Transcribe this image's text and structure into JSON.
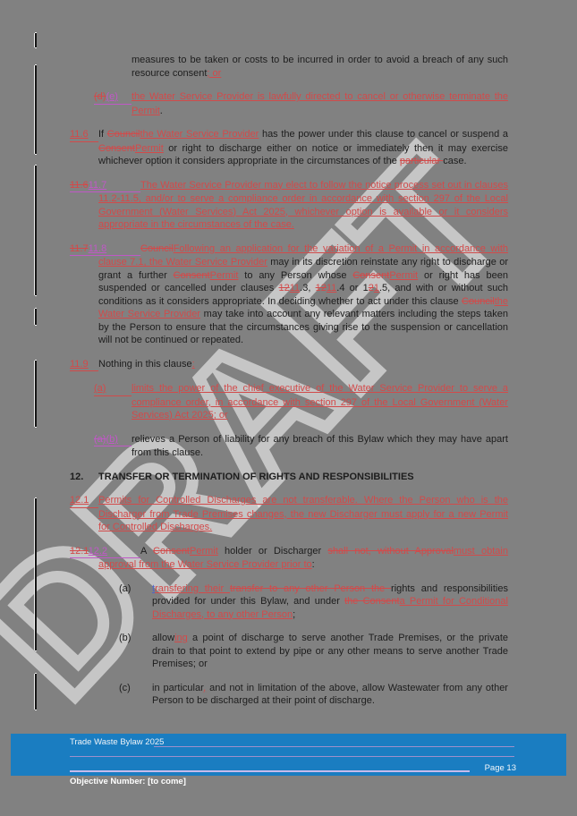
{
  "page": {
    "watermark": "DRAFT"
  },
  "document": {
    "paragraphs": [
      {
        "name": "clause-continuation-paragraph",
        "type": "cont",
        "segments": [
          {
            "t": "measures to be taken or costs to be incurred in order to avoid a breach of any such resource consent",
            "s": "n"
          },
          {
            "t": "; or",
            "s": "i"
          }
        ]
      },
      {
        "name": "clause-item-d-e",
        "type": "sub1",
        "marker": [
          {
            "t": "(d)",
            "s": "d"
          },
          {
            "t": "(e)",
            "s": "im"
          }
        ],
        "marker_ul": "im",
        "segments": [
          {
            "t": "the Water Service Provider is lawfully directed to cancel or otherwise terminate the Permit",
            "s": "i"
          },
          {
            "t": ".",
            "s": "n"
          }
        ]
      },
      {
        "name": "clause-11-6",
        "type": "clause",
        "marker": [
          {
            "t": "11.6",
            "s": "i"
          }
        ],
        "marker_ul": "i",
        "segments": [
          {
            "t": "If ",
            "s": "n"
          },
          {
            "t": "Council",
            "s": "d"
          },
          {
            "t": "the Water Service Provider",
            "s": "i"
          },
          {
            "t": " has the power under this clause to cancel or suspend a ",
            "s": "n"
          },
          {
            "t": "Consent",
            "s": "d"
          },
          {
            "t": "Permit",
            "s": "i"
          },
          {
            "t": " or right to discharge either on notice or immediately then it may exercise whichever option it considers appropriate in the circumstances of the ",
            "s": "n"
          },
          {
            "t": "particular ",
            "s": "d"
          },
          {
            "t": "case.",
            "s": "n"
          }
        ]
      },
      {
        "name": "clause-11-7",
        "type": "clause",
        "wide": true,
        "marker": [
          {
            "t": "11.6",
            "s": "d"
          },
          {
            "t": "11.7",
            "s": "im"
          }
        ],
        "marker_ul": "im",
        "segments": [
          {
            "t": "The Water Service Provider may elect to follow the notice process set out in clauses 11.2-11.5, and/or to serve a compliance order in accordance with section 297 of the Local Government (Water Services) Act 2025, whichever option is available or it considers appropriate in the circumstances of the case.",
            "s": "i"
          }
        ]
      },
      {
        "name": "clause-11-8",
        "type": "clause",
        "wide": true,
        "marker": [
          {
            "t": "11.7",
            "s": "d"
          },
          {
            "t": "11.8",
            "s": "im"
          }
        ],
        "marker_ul": "im",
        "segments": [
          {
            "t": "Council",
            "s": "d"
          },
          {
            "t": "Following an application for the variation of a Permit in accordance with clause 7.1, the Water Service Provider",
            "s": "i"
          },
          {
            "t": " may in its discretion reinstate any right to discharge or grant a further ",
            "s": "n"
          },
          {
            "t": "Consent",
            "s": "d"
          },
          {
            "t": "Permit",
            "s": "i"
          },
          {
            "t": " to any Person whose ",
            "s": "n"
          },
          {
            "t": "Consent",
            "s": "d"
          },
          {
            "t": "Permit",
            "s": "i"
          },
          {
            "t": " or right has been suspended or cancelled under clauses ",
            "s": "n"
          },
          {
            "t": "12",
            "s": "d"
          },
          {
            "t": "11",
            "s": "i"
          },
          {
            "t": ".3, ",
            "s": "n"
          },
          {
            "t": "12",
            "s": "d"
          },
          {
            "t": "11",
            "s": "i"
          },
          {
            "t": ".4 or 1",
            "s": "n"
          },
          {
            "t": "2",
            "s": "d"
          },
          {
            "t": "1",
            "s": "i"
          },
          {
            "t": ".5, and with or without such conditions as it considers appropriate. In deciding whether to act under this clause ",
            "s": "n"
          },
          {
            "t": "Council",
            "s": "d"
          },
          {
            "t": "the Water Service Provider",
            "s": "i"
          },
          {
            "t": " may take into account any relevant matters including the steps taken by the Person to ensure that the circumstances giving rise to the suspension or cancellation will not be continued or repeated.",
            "s": "n"
          }
        ]
      },
      {
        "name": "clause-11-9",
        "type": "clause",
        "marker": [
          {
            "t": "11.9",
            "s": "i"
          }
        ],
        "marker_ul": "i",
        "segments": [
          {
            "t": "Nothing in this clause",
            "s": "n"
          },
          {
            "t": ":",
            "s": "i"
          }
        ]
      },
      {
        "name": "clause-11-9-item-a",
        "type": "sub1",
        "marker": [
          {
            "t": "(a)",
            "s": "i"
          }
        ],
        "marker_ul": "i",
        "segments": [
          {
            "t": "limits the power of the chief executive of the Water Service Provider to serve a compliance order, in accordance with section 297 of the Local Government (Water Services) Act 2025; or",
            "s": "i"
          }
        ]
      },
      {
        "name": "clause-11-9-item-a-b",
        "type": "sub1",
        "marker": [
          {
            "t": "(a)",
            "s": "dm"
          },
          {
            "t": "(b)",
            "s": "im"
          }
        ],
        "marker_ul": "im",
        "segments": [
          {
            "t": "relieves a Person of liability for any breach of this Bylaw which they may have apart from this clause.",
            "s": "n"
          }
        ]
      },
      {
        "name": "section-12-heading",
        "type": "heading",
        "marker": [
          {
            "t": "12.",
            "s": "n"
          }
        ],
        "segments": [
          {
            "t": "TRANSFER OR TERMINATION OF RIGHTS AND RESPONSIBILITIES",
            "s": "n"
          }
        ]
      },
      {
        "name": "clause-12-1",
        "type": "clause",
        "marker": [
          {
            "t": "12.1",
            "s": "i"
          }
        ],
        "marker_ul": "i",
        "segments": [
          {
            "t": "Permits for Controlled Discharges are not transferable. Where the Person who is the Discharger from Trade Premises changes, the new Discharger must apply for a new Permit for Controlled Discharges.",
            "s": "i"
          }
        ]
      },
      {
        "name": "clause-12-2",
        "type": "clause",
        "wide": true,
        "marker": [
          {
            "t": "12.1",
            "s": "d"
          },
          {
            "t": "12.2",
            "s": "im"
          }
        ],
        "marker_ul": "im",
        "segments": [
          {
            "t": "A ",
            "s": "n"
          },
          {
            "t": "Consent",
            "s": "d"
          },
          {
            "t": "Permit",
            "s": "i"
          },
          {
            "t": " holder or Discharger ",
            "s": "n"
          },
          {
            "t": "shall not, without Approval",
            "s": "d"
          },
          {
            "t": "must obtain approval from the Water Service Provider prior to",
            "s": "i"
          },
          {
            "t": ":",
            "s": "n"
          }
        ]
      },
      {
        "name": "clause-12-2-item-a",
        "type": "sub2",
        "marker": [
          {
            "t": "(a)",
            "s": "n"
          }
        ],
        "segments": [
          {
            "t": "t",
            "s": "ib"
          },
          {
            "t": "ransfering their ",
            "s": "i"
          },
          {
            "t": "transfer to any other Person the ",
            "s": "d"
          },
          {
            "t": "rights and responsibilities provided for under this Bylaw, and under ",
            "s": "n"
          },
          {
            "t": "the Consent",
            "s": "d"
          },
          {
            "t": "a Permit for Conditional Discharges, to any other Person",
            "s": "i"
          },
          {
            "t": ";",
            "s": "n"
          }
        ]
      },
      {
        "name": "clause-12-2-item-b",
        "type": "sub2",
        "marker": [
          {
            "t": "(b)",
            "s": "n"
          }
        ],
        "segments": [
          {
            "t": "allow",
            "s": "n"
          },
          {
            "t": "ing",
            "s": "i"
          },
          {
            "t": " a point of discharge to serve another Trade Premises, or the private drain to that point to extend by pipe or any other means to serve another Trade Premises; or",
            "s": "n"
          }
        ]
      },
      {
        "name": "clause-12-2-item-c",
        "type": "sub2",
        "marker": [
          {
            "t": "(c)",
            "s": "n"
          }
        ],
        "segments": [
          {
            "t": "in particular",
            "s": "n"
          },
          {
            "t": ",",
            "s": "i"
          },
          {
            "t": " and not in limitation of the above, allow Wastewater from any other Person to be discharged at their point of discharge.",
            "s": "n"
          }
        ]
      }
    ]
  },
  "footer": {
    "title": "Trade Waste Bylaw 2025",
    "page_label": "Page 13",
    "objective": "Objective Number: [to come]"
  },
  "colors": {
    "page_background": "#818181",
    "insert_red": "#d24a4a",
    "insert_magenta": "#c058c6",
    "footer_band_blue": "#1a7dc1",
    "footer_line_lavender": "#9d90cb"
  }
}
